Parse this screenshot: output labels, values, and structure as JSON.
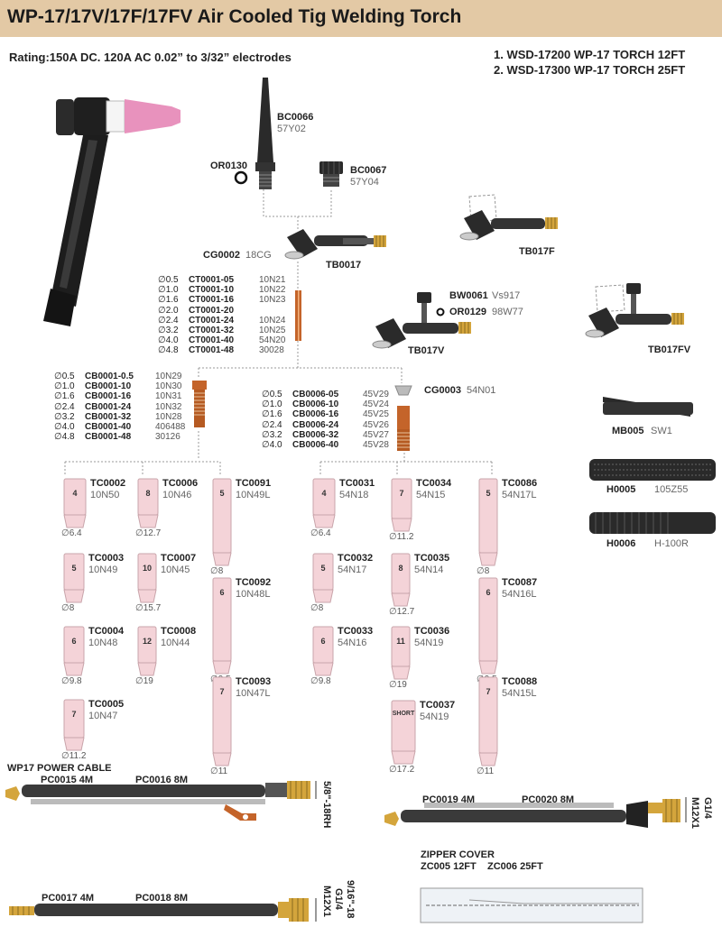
{
  "header": {
    "title": "WP-17/17V/17F/17FV Air Cooled Tig Welding Torch"
  },
  "rating": "Rating:150A DC. 120A AC 0.02” to 3/32” electrodes",
  "models": [
    "1. WSD-17200 WP-17 TORCH 12FT",
    "2. WSD-17300 WP-17 TORCH 25FT"
  ],
  "parts": {
    "bc0066": {
      "code": "BC0066",
      "alt": "57Y02"
    },
    "or0130": {
      "code": "OR0130"
    },
    "bc0067": {
      "code": "BC0067",
      "alt": "57Y04"
    },
    "cg0002": {
      "code": "CG0002",
      "alt": "18CG"
    },
    "tb0017": {
      "code": "TB0017"
    },
    "tb017f": {
      "code": "TB017F"
    },
    "bw0061": {
      "code": "BW0061",
      "alt": "Vs917"
    },
    "or0129": {
      "code": "OR0129",
      "alt": "98W77"
    },
    "tb017v": {
      "code": "TB017V"
    },
    "tb017fv": {
      "code": "TB017FV"
    },
    "cg0003": {
      "code": "CG0003",
      "alt": "54N01"
    },
    "mb005": {
      "code": "MB005",
      "alt": "SW1"
    },
    "h0005": {
      "code": "H0005",
      "alt": "105Z55"
    },
    "h0006": {
      "code": "H0006",
      "alt": "H-100R"
    }
  },
  "collets": [
    {
      "dia": "∅0.5",
      "code": "CT0001-05",
      "alt": "10N21"
    },
    {
      "dia": "∅1.0",
      "code": "CT0001-10",
      "alt": "10N22"
    },
    {
      "dia": "∅1.6",
      "code": "CT0001-16",
      "alt": "10N23"
    },
    {
      "dia": "∅2.0",
      "code": "CT0001-20",
      "alt": ""
    },
    {
      "dia": "∅2.4",
      "code": "CT0001-24",
      "alt": "10N24"
    },
    {
      "dia": "∅3.2",
      "code": "CT0001-32",
      "alt": "10N25"
    },
    {
      "dia": "∅4.0",
      "code": "CT0001-40",
      "alt": "54N20"
    },
    {
      "dia": "∅4.8",
      "code": "CT0001-48",
      "alt": "30028"
    }
  ],
  "collet_bodies": [
    {
      "dia": "∅0.5",
      "code": "CB0001-0.5",
      "alt": "10N29"
    },
    {
      "dia": "∅1.0",
      "code": "CB0001-10",
      "alt": "10N30"
    },
    {
      "dia": "∅1.6",
      "code": "CB0001-16",
      "alt": "10N31"
    },
    {
      "dia": "∅2.4",
      "code": "CB0001-24",
      "alt": "10N32"
    },
    {
      "dia": "∅3.2",
      "code": "CB0001-32",
      "alt": "10N28"
    },
    {
      "dia": "∅4.0",
      "code": "CB0001-40",
      "alt": "406488"
    },
    {
      "dia": "∅4.8",
      "code": "CB0001-48",
      "alt": "30126"
    }
  ],
  "gas_lens": [
    {
      "dia": "∅0.5",
      "code": "CB0006-05",
      "alt": "45V29"
    },
    {
      "dia": "∅1.0",
      "code": "CB0006-10",
      "alt": "45V24"
    },
    {
      "dia": "∅1.6",
      "code": "CB0006-16",
      "alt": "45V25"
    },
    {
      "dia": "∅2.4",
      "code": "CB0006-24",
      "alt": "45V26"
    },
    {
      "dia": "∅3.2",
      "code": "CB0006-32",
      "alt": "45V27"
    },
    {
      "dia": "∅4.0",
      "code": "CB0006-40",
      "alt": "45V28"
    }
  ],
  "cups": [
    {
      "code": "TC0002",
      "alt": "10N50",
      "size": "4",
      "dim": "∅6.4"
    },
    {
      "code": "TC0003",
      "alt": "10N49",
      "size": "5",
      "dim": "∅8"
    },
    {
      "code": "TC0004",
      "alt": "10N48",
      "size": "6",
      "dim": "∅9.8"
    },
    {
      "code": "TC0005",
      "alt": "10N47",
      "size": "7",
      "dim": "∅11.2"
    },
    {
      "code": "TC0006",
      "alt": "10N46",
      "size": "8",
      "dim": "∅12.7"
    },
    {
      "code": "TC0007",
      "alt": "10N45",
      "size": "10",
      "dim": "∅15.7"
    },
    {
      "code": "TC0008",
      "alt": "10N44",
      "size": "12",
      "dim": "∅19"
    },
    {
      "code": "TC0091",
      "alt": "10N49L",
      "size": "5",
      "dim": "∅8"
    },
    {
      "code": "TC0092",
      "alt": "10N48L",
      "size": "6",
      "dim": "∅9.5"
    },
    {
      "code": "TC0093",
      "alt": "10N47L",
      "size": "7",
      "dim": "∅11"
    },
    {
      "code": "TC0031",
      "alt": "54N18",
      "size": "4",
      "dim": "∅6.4"
    },
    {
      "code": "TC0032",
      "alt": "54N17",
      "size": "5",
      "dim": "∅8"
    },
    {
      "code": "TC0033",
      "alt": "54N16",
      "size": "6",
      "dim": "∅9.8"
    },
    {
      "code": "TC0034",
      "alt": "54N15",
      "size": "7",
      "dim": "∅11.2"
    },
    {
      "code": "TC0035",
      "alt": "54N14",
      "size": "8",
      "dim": "∅12.7"
    },
    {
      "code": "TC0036",
      "alt": "54N19",
      "size": "11",
      "dim": "∅19"
    },
    {
      "code": "TC0037",
      "alt": "54N19",
      "size": "SHORT",
      "dim": "∅17.2"
    },
    {
      "code": "TC0086",
      "alt": "54N17L",
      "size": "5",
      "dim": "∅8"
    },
    {
      "code": "TC0087",
      "alt": "54N16L",
      "size": "6",
      "dim": "∅9.5"
    },
    {
      "code": "TC0088",
      "alt": "54N15L",
      "size": "7",
      "dim": "∅11"
    }
  ],
  "cables": {
    "title": "WP17 POWER CABLE",
    "pc0015": "PC0015  4M",
    "pc0016": "PC0016  8M",
    "thread1": "5/8\"-18RH",
    "pc0019": "PC0019  4M",
    "pc0020": "PC0020  8M",
    "thread2a": "G1/4",
    "thread2b": "M12X1",
    "pc0017": "PC0017  4M",
    "pc0018": "PC0018  8M",
    "thread3a": "9/16\"-18",
    "thread3b": "G1/4",
    "thread3c": "M12X1"
  },
  "zipper": {
    "title": "ZIPPER COVER",
    "zc005": "ZC005 12FT",
    "zc006": "ZC006 25FT"
  },
  "colors": {
    "header": "#e3c9a5",
    "ceramic": "#f4d3d8",
    "cup_border": "#c9a5ab",
    "copper": "#c4642a",
    "brass": "#d4a53c",
    "dark": "#2a2a2a"
  }
}
